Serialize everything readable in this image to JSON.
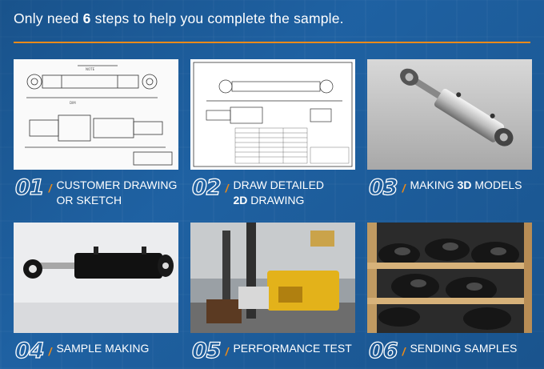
{
  "header": {
    "prefix": "Only need ",
    "count": "6",
    "suffix": " steps to help you complete the sample."
  },
  "colors": {
    "background": "#1f62a3",
    "accent": "#e98a1a",
    "text": "#ffffff"
  },
  "steps": [
    {
      "number": "01",
      "line1": "CUSTOMER DRAWING",
      "line2": "OR SKETCH",
      "image": "technical-drawing"
    },
    {
      "number": "02",
      "line1": "DRAW DETAILED",
      "line2_bold": "2D",
      "line2": " DRAWING",
      "image": "detailed-2d-drawing"
    },
    {
      "number": "03",
      "prefix": "MAKING ",
      "bold": "3D",
      "suffix": " MODELS",
      "image": "3d-model-render"
    },
    {
      "number": "04",
      "line1": "SAMPLE MAKING",
      "image": "hydraulic-cylinder-photo"
    },
    {
      "number": "05",
      "line1": "PERFORMANCE TEST",
      "image": "test-bench-photo"
    },
    {
      "number": "06",
      "line1": "SENDING SAMPLES",
      "image": "wooden-crate-photo"
    }
  ]
}
